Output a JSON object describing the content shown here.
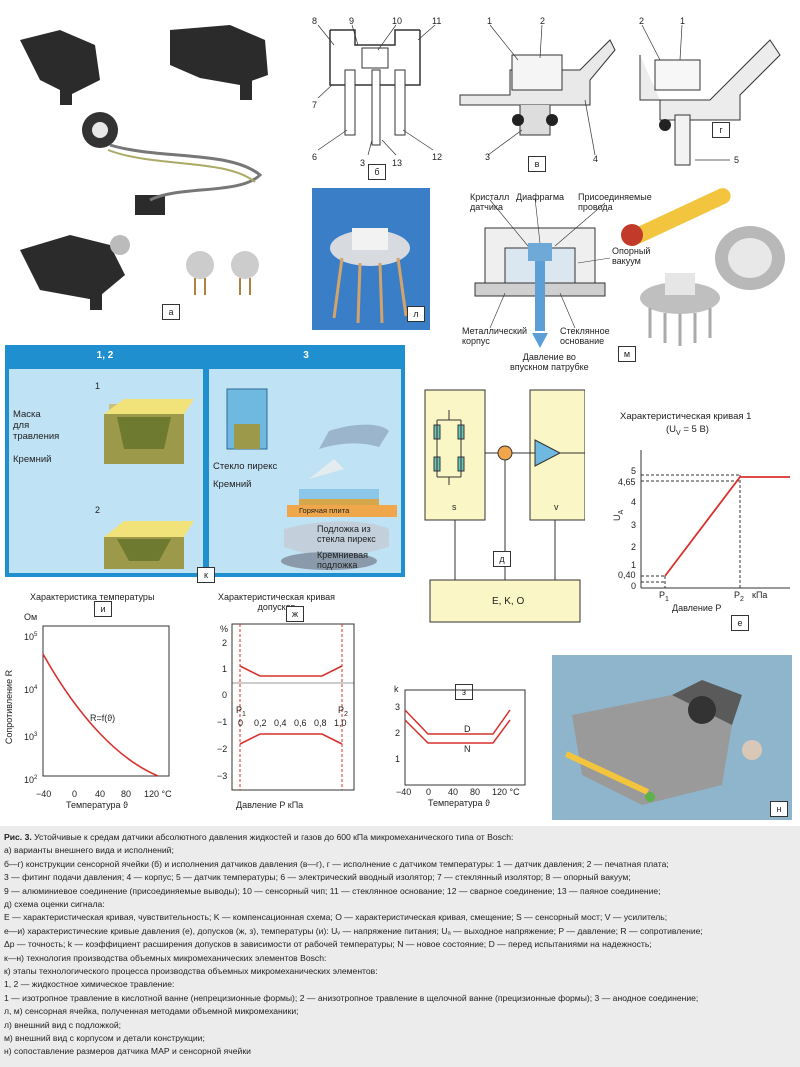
{
  "tags": {
    "a": "а",
    "b": "б",
    "v": "в",
    "g": "г",
    "d": "д",
    "e": "е",
    "zh": "ж",
    "z": "з",
    "i": "и",
    "k": "к",
    "l": "л",
    "m": "м",
    "n": "н"
  },
  "fig_b": {
    "labels": [
      "8",
      "9",
      "10",
      "11",
      "7",
      "6",
      "3",
      "13",
      "12"
    ]
  },
  "fig_v": {
    "labels": [
      "1",
      "2",
      "3",
      "4"
    ]
  },
  "fig_g": {
    "labels": [
      "2",
      "1",
      "5"
    ]
  },
  "fig_m": {
    "crystal": "Кристалл\nдатчика",
    "diaphragm": "Диафрагма",
    "wires": "Присоединяемые\nпровода",
    "vacuum": "Опорный\nвакуум",
    "housing": "Металлический\nкорпус",
    "glass": "Стеклянное\nоснование",
    "pressure": "Давление во\nвпускном патрубке"
  },
  "fig_k": {
    "col12": "1, 2",
    "col3": "3",
    "n1": "1",
    "n2": "2",
    "mask": "Маска\nдля\nтравления",
    "silicon": "Кремний",
    "pyrex": "Стекло пирекс",
    "silicon2": "Кремний",
    "hotplate": "Горячая плита",
    "substrate_pyrex": "Подложка из\nстекла пирекс",
    "substrate_si": "Кремниевая\nподложка"
  },
  "fig_d": {
    "s": "s",
    "v": "v",
    "eko": "E, K, O"
  },
  "fig_e": {
    "title": "Характеристическая кривая 1",
    "subtitle": "(U",
    "subtitle_sub": "V",
    "subtitle_end": " = 5 В)",
    "ylabel": "U",
    "ylabel_sub": "A",
    "yticks": [
      "5",
      "4,65",
      "4",
      "3",
      "2",
      "1",
      "0,40",
      "0"
    ],
    "xticks": [
      "P",
      "P"
    ],
    "xunit": "кПа",
    "xlabel": "Давление P"
  },
  "fig_i": {
    "title": "Характеристика температуры",
    "unit": "Ом",
    "yticks": [
      "10",
      "10",
      "10",
      "10"
    ],
    "yexp": [
      "5",
      "4",
      "3",
      "2"
    ],
    "ylabel": "Сопротивление R",
    "xticks": [
      "−40",
      "0",
      "40",
      "80",
      "120 °C"
    ],
    "xlabel": "Температура ϑ",
    "curve": "R=f(ϑ)"
  },
  "fig_zh": {
    "title": "Характеристическая кривая\nдопусков",
    "unit": "%",
    "yticks": [
      "2",
      "1",
      "0",
      "−1",
      "−2",
      "−3"
    ],
    "xticks": [
      "0",
      "0,2",
      "0,4",
      "0,6",
      "0,8",
      "1,0"
    ],
    "p1": "P",
    "p2": "P",
    "xlabel": "Давление P кПа"
  },
  "fig_z": {
    "ylabel": "k",
    "yticks": [
      "3",
      "2",
      "1"
    ],
    "xticks": [
      "−40",
      "0",
      "40",
      "80",
      "120 °C"
    ],
    "xlabel": "Температура ϑ",
    "D": "D",
    "N": "N"
  },
  "caption": [
    {
      "b": "Рис. 3.",
      "t": " Устойчивые к средам датчики абсолютного давления жидкостей и газов до 600 кПа микромеханического типа от Bosch:"
    },
    {
      "b": "",
      "t": "а)  варианты внешнего вида и исполнений;"
    },
    {
      "b": "",
      "t": "б—г) конструкции сенсорной ячейки (б) и исполнения датчиков давления (в—г), г — исполнение с датчиком температуры: 1 — датчик давления; 2 — печатная плата;"
    },
    {
      "b": "",
      "t": "      3 — фитинг подачи давления; 4 — корпус; 5 — датчик температуры; 6 — электрический вводный изолятор; 7 — стеклянный изолятор; 8 — опорный вакуум;"
    },
    {
      "b": "",
      "t": "      9 — алюминиевое соединение (присоединяемые выводы); 10 — сенсорный чип; 11 — стеклянное основание; 12 — сварное соединение; 13 — паяное соединение;"
    },
    {
      "b": "",
      "t": "д)  схема оценки сигнала:"
    },
    {
      "b": "",
      "t": "      E — характеристическая кривая, чувствительность; K — компенсационная схема; O — характеристическая кривая, смещение; S — сенсорный мост; V — усилитель;"
    },
    {
      "b": "",
      "t": "е—и) характеристические кривые давления (е), допусков (ж, з), температуры (и): Uᵥ — напряжение питания; Uₐ — выходное напряжение; P — давление; R — сопротивление;"
    },
    {
      "b": "",
      "t": "      Δp — точность; k — коэффициент расширения допусков в зависимости от рабочей температуры; N — новое состояние; D — перед испытаниями на надежность;"
    },
    {
      "b": "",
      "t": "к—н) технология производства объемных микромеханических элементов Bosch:"
    },
    {
      "b": "",
      "t": "к)  этапы технологического процесса производства объемных микромеханических элементов:"
    },
    {
      "b": "",
      "t": "      1, 2 — жидкостное химическое травление:"
    },
    {
      "b": "",
      "t": "      1 — изотропное травление в кислотной ванне (непрецизионные формы); 2 — анизотропное травление в щелочной ванне (прецизионные формы); 3 — анодное соединение;"
    },
    {
      "b": "",
      "t": "л, м) сенсорная ячейка, полученная методами объемной микромеханики;"
    },
    {
      "b": "",
      "t": "л)  внешний вид с подложкой;"
    },
    {
      "b": "",
      "t": "м)  внешний вид с корпусом и детали конструкции;"
    },
    {
      "b": "",
      "t": "н)  сопоставление размеров датчика МАР и сенсорной ячейки"
    }
  ],
  "colors": {
    "red": "#d9302c",
    "panel_blue": "#1f8fd0",
    "panel_light": "#bfe2f5",
    "yellow": "#fbf6c6",
    "orange": "#f0a64a"
  }
}
